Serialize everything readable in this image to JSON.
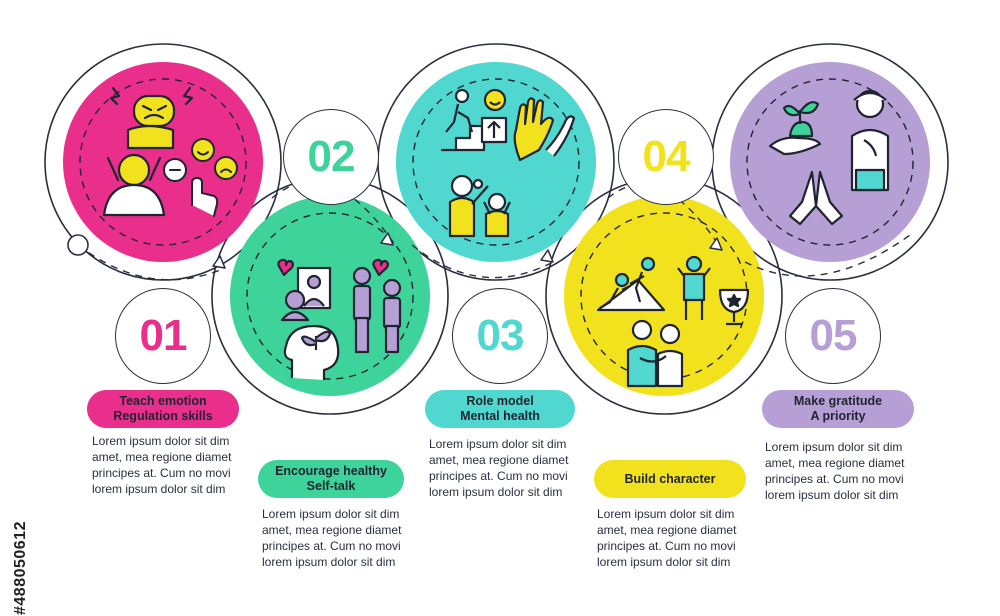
{
  "accent_colors": {
    "pink": "#ea2e8c",
    "green": "#3ed39a",
    "teal": "#4fd7d0",
    "yellow": "#f2e21e",
    "purple": "#b59fd4"
  },
  "steps": [
    {
      "number": "01",
      "title_line1": "Teach emotion",
      "title_line2": "Regulation skills",
      "desc": [
        "Lorem ipsum dolor sit dim",
        "amet, mea regione diamet",
        "principes at. Cum no movi",
        "lorem ipsum dolor sit dim"
      ],
      "icons": [
        "angry-face-icon",
        "frustrated-person-icon",
        "emoji-rating-icon"
      ]
    },
    {
      "number": "02",
      "title_line1": "Encourage healthy",
      "title_line2": "Self-talk",
      "desc": [
        "Lorem ipsum dolor sit dim",
        "amet, mea regione diamet",
        "principes at. Cum no movi",
        "lorem ipsum dolor sit dim"
      ],
      "icons": [
        "mirror-self-icon",
        "couple-talking-icon",
        "mind-growth-icon"
      ]
    },
    {
      "number": "03",
      "title_line1": "Role model",
      "title_line2": "Mental health",
      "desc": [
        "Lorem ipsum dolor sit dim",
        "amet, mea regione diamet",
        "principes at. Cum no movi",
        "lorem ipsum dolor sit dim"
      ],
      "icons": [
        "stairs-success-icon",
        "high-five-icon",
        "parent-child-icon"
      ]
    },
    {
      "number": "04",
      "title_line1": "Build character",
      "title_line2": "",
      "desc": [
        "Lorem ipsum dolor sit dim",
        "amet, mea regione diamet",
        "principes at. Cum no movi",
        "lorem ipsum dolor sit dim"
      ],
      "icons": [
        "climbing-help-icon",
        "trophy-strength-icon",
        "hug-icon"
      ]
    },
    {
      "number": "05",
      "title_line1": "Make gratitude",
      "title_line2": "A priority",
      "desc": [
        "Lorem ipsum dolor sit dim",
        "amet, mea regione diamet",
        "principes at. Cum no movi",
        "lorem ipsum dolor sit dim"
      ],
      "icons": [
        "plant-in-hand-icon",
        "grateful-person-icon",
        "praying-hands-icon"
      ]
    }
  ],
  "watermark_id": "#488050612"
}
